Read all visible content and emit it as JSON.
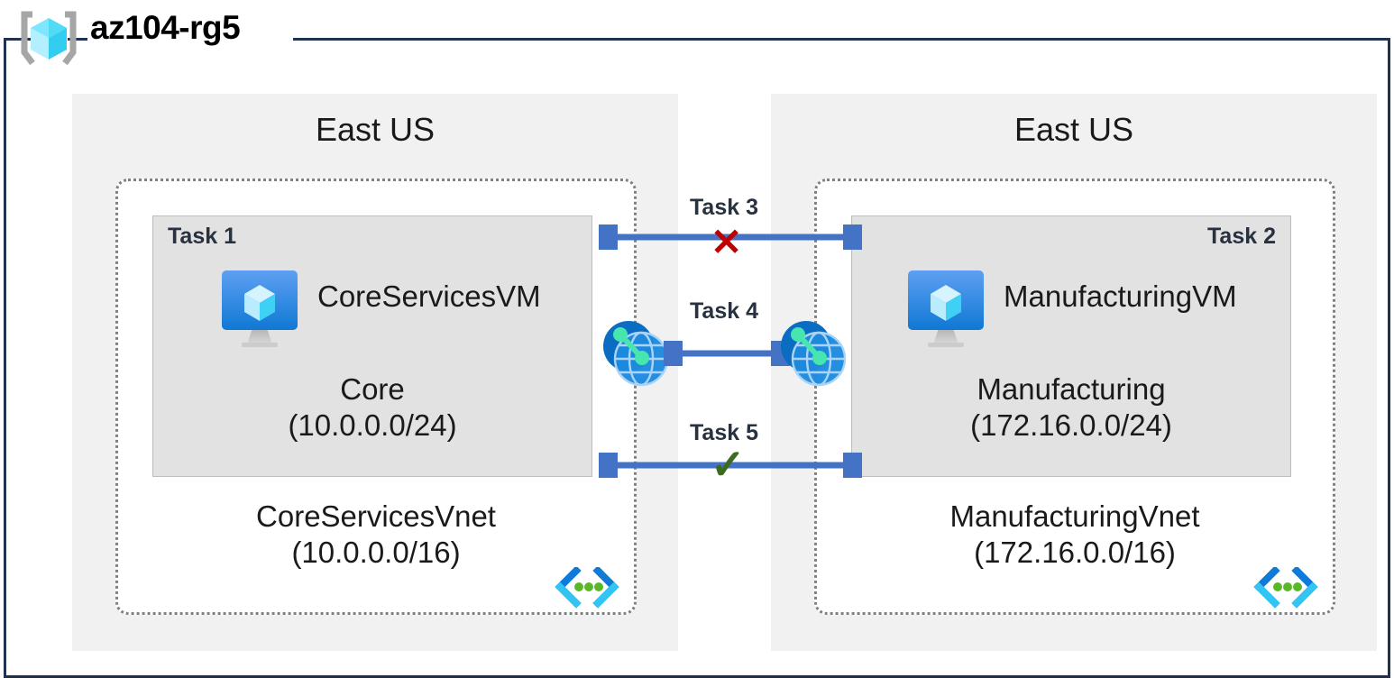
{
  "resource_group": {
    "icon": "resource-group-cube-icon",
    "name": "az104-rg5"
  },
  "regions": [
    {
      "id": "left",
      "label": "East US"
    },
    {
      "id": "right",
      "label": "East US"
    }
  ],
  "vnets": [
    {
      "id": "core",
      "name": "CoreServicesVnet",
      "address_space": "(10.0.0.0/16)",
      "badge_icon": "virtual-network-icon",
      "subnet": {
        "task_label": "Task 1",
        "task_align": "left",
        "vm_icon": "virtual-machine-icon",
        "vm_name": "CoreServicesVM",
        "subnet_name": "Core",
        "subnet_cidr": "(10.0.0.0/24)"
      }
    },
    {
      "id": "manufacturing",
      "name": "ManufacturingVnet",
      "address_space": "(172.16.0.0/16)",
      "badge_icon": "virtual-network-icon",
      "subnet": {
        "task_label": "Task 2",
        "task_align": "right",
        "vm_icon": "virtual-machine-icon",
        "vm_name": "ManufacturingVM",
        "subnet_name": "Manufacturing",
        "subnet_cidr": "(172.16.0.0/24)"
      }
    }
  ],
  "connections": [
    {
      "id": "task3",
      "label": "Task 3",
      "marker": "x",
      "marker_glyph": "✕",
      "marker_meaning": "blocked",
      "arrow_color": "#4472C4",
      "marker_color": "#c00000"
    },
    {
      "id": "task4",
      "label": "Task 4",
      "marker": "none",
      "marker_glyph": "",
      "marker_meaning": "peering",
      "arrow_color": "#4472C4",
      "marker_color": ""
    },
    {
      "id": "task5",
      "label": "Task 5",
      "marker": "check",
      "marker_glyph": "✓",
      "marker_meaning": "allowed",
      "arrow_color": "#4472C4",
      "marker_color": "#3a6b1e"
    }
  ],
  "peering_icons": [
    {
      "id": "peer-left",
      "icon": "vnet-peering-icon"
    },
    {
      "id": "peer-right",
      "icon": "vnet-peering-icon"
    }
  ],
  "colors": {
    "rg_border": "#1f3251",
    "region_bg": "#f1f1f1",
    "subnet_bg": "#e2e2e2",
    "vnet_border": "#808080",
    "arrow_blue": "#4472C4",
    "deny_red": "#c00000",
    "allow_green": "#3a6b1e",
    "azure_blue": "#0f7ad8",
    "cube_cyan": "#50e6ff"
  }
}
